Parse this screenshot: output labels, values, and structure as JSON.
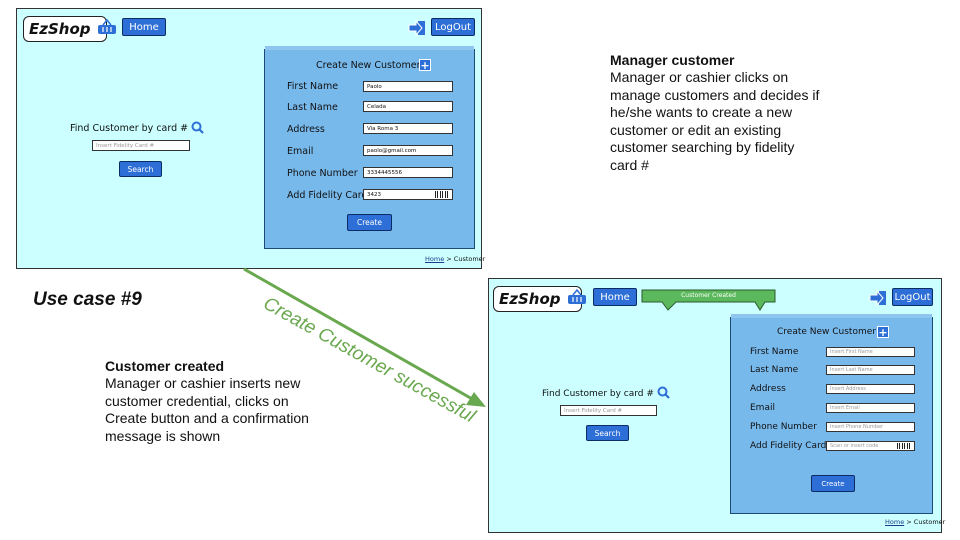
{
  "screen1": {
    "logo_text": "EzShop",
    "home_button": "Home",
    "logout_button": "LogOut",
    "find_label": "Find Customer by card #",
    "card_search_placeholder": "Insert Fidelity Card #",
    "search_button": "Search",
    "panel_title": "Create New Customer",
    "form": [
      {
        "label": "First Name",
        "value": "Paolo"
      },
      {
        "label": "Last Name",
        "value": "Celada"
      },
      {
        "label": "Address",
        "value": "Via Roma 3"
      },
      {
        "label": "Email",
        "value": "paolo@gmail.com"
      },
      {
        "label": "Phone Number",
        "value": "3334445556"
      },
      {
        "label": "Add Fidelity Card",
        "value": "3423"
      }
    ],
    "create_button": "Create",
    "breadcrumb_home": "Home",
    "breadcrumb_current": " > Customer"
  },
  "screen2": {
    "logo_text": "EzShop",
    "home_button": "Home",
    "toast_text": "Customer Created",
    "logout_button": "LogOut",
    "find_label": "Find Customer by card #",
    "card_search_placeholder": "Insert Fidelity Card #",
    "search_button": "Search",
    "panel_title": "Create New Customer",
    "form": [
      {
        "label": "First Name",
        "placeholder": "Insert First Name"
      },
      {
        "label": "Last Name",
        "placeholder": "Insert Last Name"
      },
      {
        "label": "Address",
        "placeholder": "Insert Address"
      },
      {
        "label": "Email",
        "placeholder": "Insert Email"
      },
      {
        "label": "Phone Number",
        "placeholder": "Insert Phone Number"
      },
      {
        "label": "Add Fidelity Card",
        "placeholder": "Scan or insert code"
      }
    ],
    "create_button": "Create",
    "breadcrumb_home": "Home",
    "breadcrumb_current": " > Customer"
  },
  "annotations": {
    "manager_title": "Manager customer",
    "manager_lines": [
      "Manager or cashier clicks on",
      "manage customers and decides if",
      "he/she wants to create a new",
      "customer or edit an existing",
      "customer searching by fidelity",
      "card #"
    ],
    "use_case": "Use case #9",
    "created_title": "Customer created",
    "created_lines": [
      "Manager or cashier inserts new",
      "customer credential, clicks on",
      "Create button and a confirmation",
      "message is shown"
    ],
    "arrow_label": "Create Customer successful"
  },
  "colors": {
    "screen_bg": "#ccffff",
    "button_blue": "#2d6fd6",
    "panel_blue": "#78b9ec",
    "toast_green": "#5cb85c",
    "arrow_green": "#6aa84f"
  },
  "icons": {
    "search": "magnifier-icon",
    "logout": "logout-arrow-icon",
    "logo": "basket-icon",
    "add": "plus-icon",
    "barcode": "barcode-icon"
  }
}
